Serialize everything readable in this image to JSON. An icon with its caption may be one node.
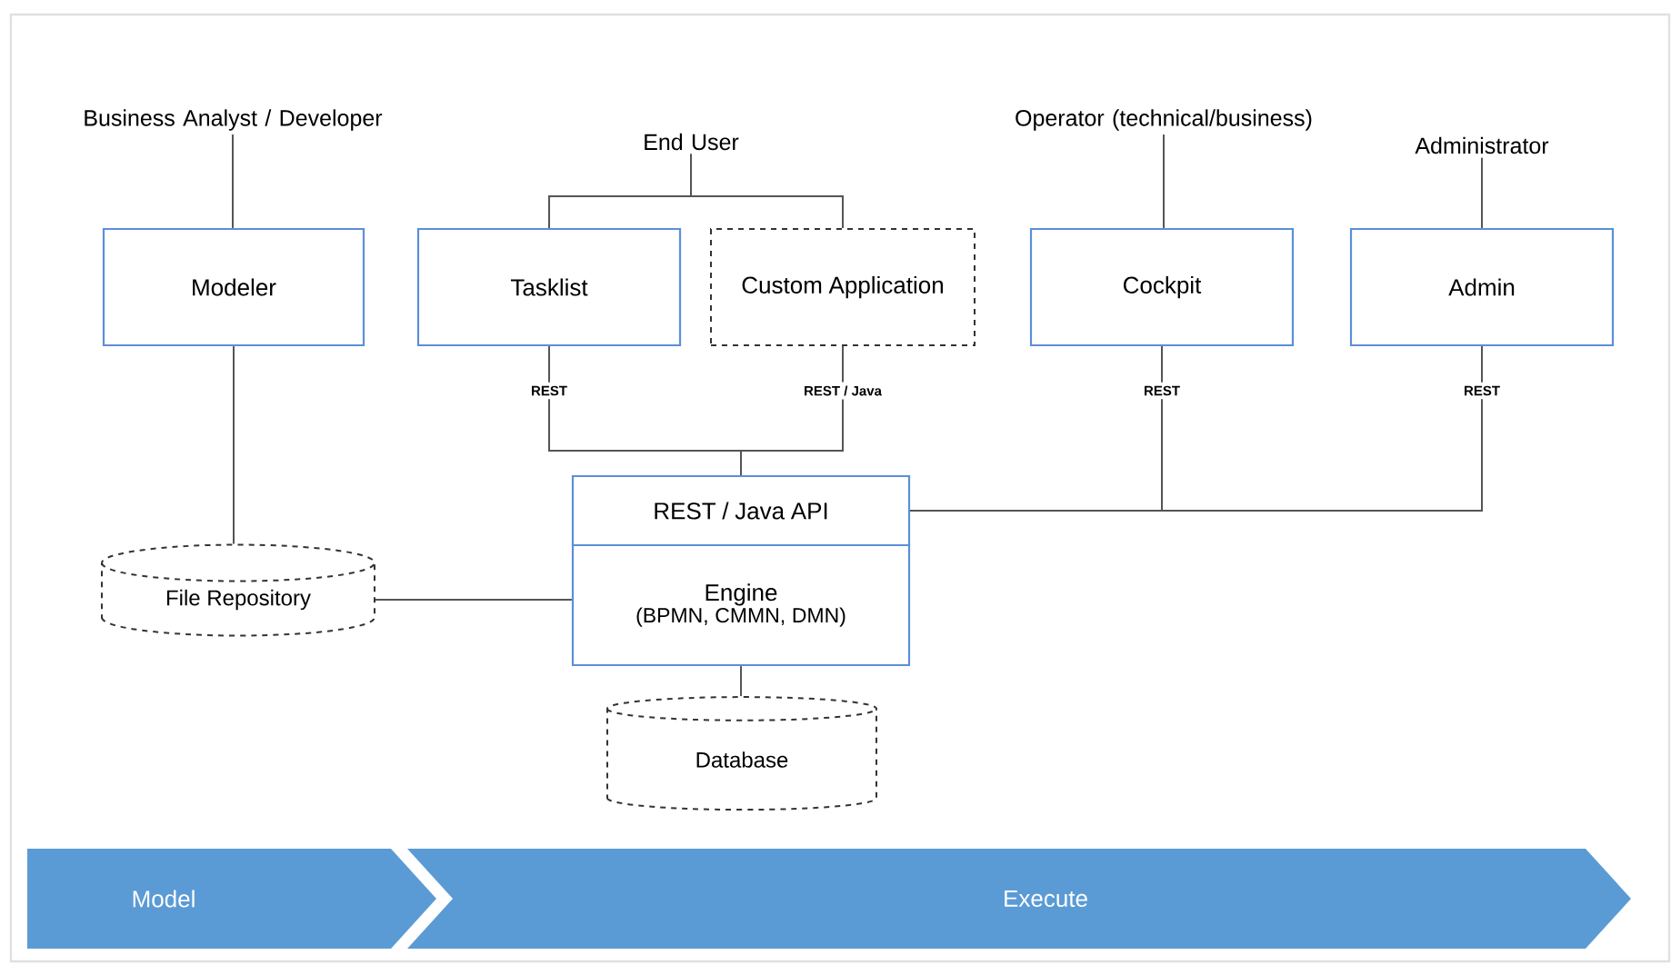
{
  "diagram": {
    "nodes": [
      {
        "text": [
          "Business Analyst / Developer"
        ]
      },
      {
        "text": [
          "End User"
        ]
      },
      {
        "text": [
          "Operator (technical/business)"
        ]
      },
      {
        "text": [
          "Administrator"
        ]
      },
      {
        "text": [
          "Modeler"
        ]
      },
      {
        "text": [
          "Tasklist"
        ]
      },
      {
        "text": [
          "Custom Application"
        ]
      },
      {
        "text": [
          "Cockpit"
        ]
      },
      {
        "text": [
          "Admin"
        ]
      },
      {
        "text": [
          "REST / Java API"
        ]
      },
      {
        "text": [
          "Engine",
          "(BPMN, CMMN, DMN)"
        ]
      },
      {
        "text": [
          "File Repository"
        ]
      },
      {
        "text": [
          "Database"
        ]
      },
      {
        "text": [
          "Model"
        ]
      },
      {
        "text": [
          "Execute"
        ]
      }
    ],
    "edges": [
      {
        "from": 0,
        "to": 4,
        "arrow": "none"
      },
      {
        "from": 1,
        "to": 5,
        "arrow": "none"
      },
      {
        "from": 1,
        "to": 6,
        "arrow": "none"
      },
      {
        "from": 2,
        "to": 7,
        "arrow": "none"
      },
      {
        "from": 3,
        "to": 8,
        "arrow": "none"
      },
      {
        "from": 4,
        "to": 11,
        "arrow": "none"
      },
      {
        "from": 5,
        "to": 9,
        "arrow": "none",
        "label": "REST"
      },
      {
        "from": 6,
        "to": 9,
        "arrow": "none",
        "label": "REST / Java"
      },
      {
        "from": 7,
        "to": 9,
        "arrow": "none",
        "label": "REST"
      },
      {
        "from": 8,
        "to": 9,
        "arrow": "none",
        "label": "REST"
      },
      {
        "from": 11,
        "to": 10,
        "arrow": "none"
      },
      {
        "from": 10,
        "to": 12,
        "arrow": "none"
      }
    ]
  }
}
